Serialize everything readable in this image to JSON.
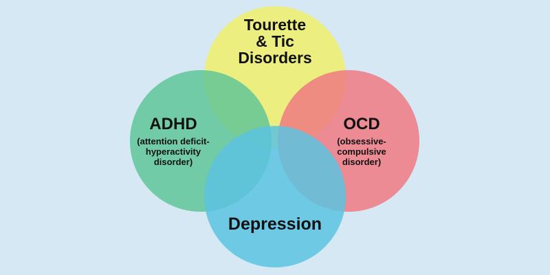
{
  "diagram": {
    "type": "venn",
    "background_color": "#d5e8f4",
    "sets": [
      {
        "id": "tourette",
        "title": "Tourette & Tic Disorders",
        "lines": [
          "Tourette",
          "& Tic",
          "Disorders"
        ],
        "color": "#ecee80"
      },
      {
        "id": "adhd",
        "title": "ADHD",
        "subtitle_lines": [
          "(attention deficit-",
          "hyperactivity",
          "disorder)"
        ],
        "color": "#74cba7"
      },
      {
        "id": "ocd",
        "title": "OCD",
        "subtitle_lines": [
          "(obsessive-",
          "compulsive",
          "disorder)"
        ],
        "color": "#ee8889"
      },
      {
        "id": "depression",
        "title": "Depression",
        "color": "#73c9e2"
      }
    ],
    "overlaps": [
      {
        "sets": [
          "tourette",
          "adhd"
        ],
        "color": "#84cf6a"
      },
      {
        "sets": [
          "tourette",
          "ocd"
        ],
        "color": "#f68e52"
      },
      {
        "sets": [
          "adhd",
          "depression"
        ],
        "color": "#3bbcbf"
      },
      {
        "sets": [
          "ocd",
          "depression"
        ],
        "color": "#7f9fb1"
      },
      {
        "sets": [
          "tourette",
          "adhd",
          "ocd",
          "depression"
        ],
        "color": "#4fa699"
      }
    ]
  }
}
